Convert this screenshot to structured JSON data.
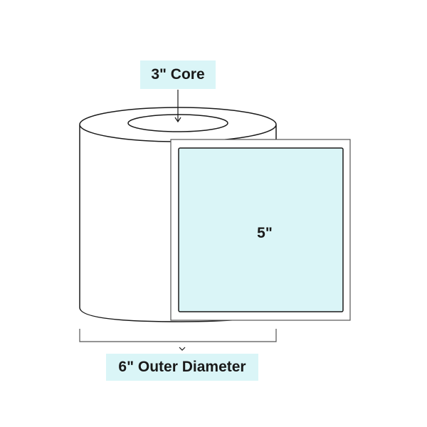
{
  "core_label": "3\" Core",
  "diameter_label": "6\" Outer Diameter",
  "label_size": "5\"",
  "colors": {
    "label_fill": "#daf5f7",
    "callout_fill": "#daf5f7",
    "stroke": "#1a1a1a",
    "outline": "#555555"
  },
  "icons": {
    "core_pointer": "arrow-down-icon",
    "diameter_pointer": "chevron-down-icon"
  }
}
